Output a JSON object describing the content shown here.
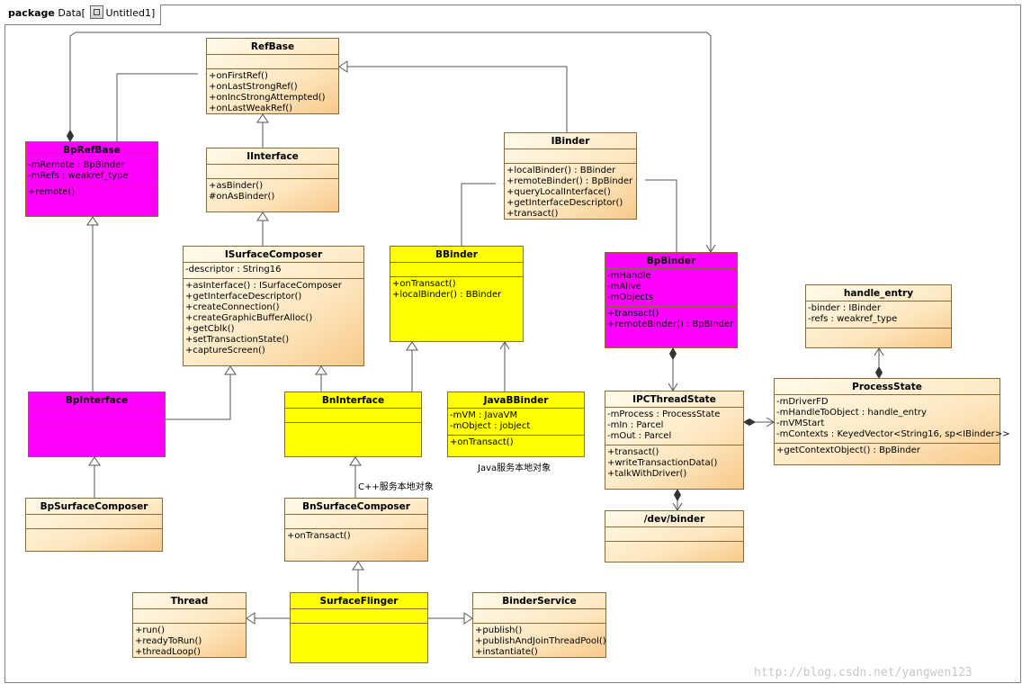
{
  "package": {
    "keyword": "package",
    "name": "Data",
    "diagram_name": "Untitled1"
  },
  "watermark": "http://blog.csdn.net/yangwen123",
  "classes": {
    "RefBase": {
      "name": "RefBase",
      "attrs": [],
      "ops": [
        "+onFirstRef()",
        "+onLastStrongRef()",
        "+onIncStrongAttempted()",
        "+onLastWeakRef()"
      ]
    },
    "IInterface": {
      "name": "IInterface",
      "attrs": [],
      "ops": [
        "+asBinder()",
        "#onAsBinder()"
      ]
    },
    "BpRefBase": {
      "name": "BpRefBase",
      "attrs": [
        "-mRemote : BpBinder",
        "-mRefs : weakref_type"
      ],
      "ops": [
        "+remote()"
      ]
    },
    "IBinder": {
      "name": "IBinder",
      "attrs": [],
      "ops": [
        "+localBinder() : BBinder",
        "+remoteBinder() : BpBinder",
        "+queryLocalInterface()",
        "+getInterfaceDescriptor()",
        "+transact()"
      ]
    },
    "ISurfaceComposer": {
      "name": "ISurfaceComposer",
      "attrs": [
        "-descriptor : String16"
      ],
      "ops": [
        "+asInterface() : ISurfaceComposer",
        "+getInterfaceDescriptor()",
        "+createConnection()",
        "+createGraphicBufferAlloc()",
        "+getCblk()",
        "+setTransactionState()",
        "+captureScreen()"
      ]
    },
    "BBinder": {
      "name": "BBinder",
      "attrs": [],
      "ops": [
        "+onTransact()",
        "+localBinder() : BBinder"
      ]
    },
    "BpBinder": {
      "name": "BpBinder",
      "attrs": [
        "-mHandle",
        "-mAlive",
        "-mObjects"
      ],
      "ops": [
        "+transact()",
        "+remoteBinder() : BpBinder"
      ]
    },
    "handle_entry": {
      "name": "handle_entry",
      "attrs": [
        "-binder : IBinder",
        "-refs : weakref_type"
      ],
      "ops": []
    },
    "BpInterface": {
      "name": "BpInterface",
      "attrs": [],
      "ops": []
    },
    "BnInterface": {
      "name": "BnInterface",
      "attrs": [],
      "ops": []
    },
    "JavaBBinder": {
      "name": "JavaBBinder",
      "attrs": [
        "-mVM : JavaVM",
        "-mObject : jobject"
      ],
      "ops": [
        "+onTransact()"
      ]
    },
    "IPCThreadState": {
      "name": "IPCThreadState",
      "attrs": [
        "-mProcess : ProcessState",
        "-mIn : Parcel",
        "-mOut : Parcel"
      ],
      "ops": [
        "+transact()",
        "+writeTransactionData()",
        "+talkWithDriver()"
      ]
    },
    "ProcessState": {
      "name": "ProcessState",
      "attrs": [
        "-mDriverFD",
        "-mHandleToObject : handle_entry",
        "-mVMStart",
        "-mContexts : KeyedVector<String16, sp<IBinder>>"
      ],
      "ops": [
        "+getContextObject() : BpBinder"
      ]
    },
    "BpSurfaceComposer": {
      "name": "BpSurfaceComposer",
      "attrs": [],
      "ops": []
    },
    "BnSurfaceComposer": {
      "name": "BnSurfaceComposer",
      "attrs": [],
      "ops": [
        "+onTransact()"
      ]
    },
    "dev_binder": {
      "name": "/dev/binder",
      "attrs": [],
      "ops": []
    },
    "Thread": {
      "name": "Thread",
      "attrs": [],
      "ops": [
        "+run()",
        "+readyToRun()",
        "+threadLoop()"
      ]
    },
    "SurfaceFlinger": {
      "name": "SurfaceFlinger",
      "attrs": [],
      "ops": []
    },
    "BinderService": {
      "name": "BinderService",
      "attrs": [],
      "ops": [
        "+publish()",
        "+publishAndJoinThreadPool()",
        "+instantiate()"
      ]
    }
  },
  "notes": {
    "java_local": "Java服务本地对象",
    "cpp_local": "C++服务本地对象"
  },
  "colors": {
    "standard": "#fde7c0",
    "highlight_magenta": "#ff00ff",
    "highlight_yellow": "#ffff00",
    "border": "#8a6a3a"
  }
}
